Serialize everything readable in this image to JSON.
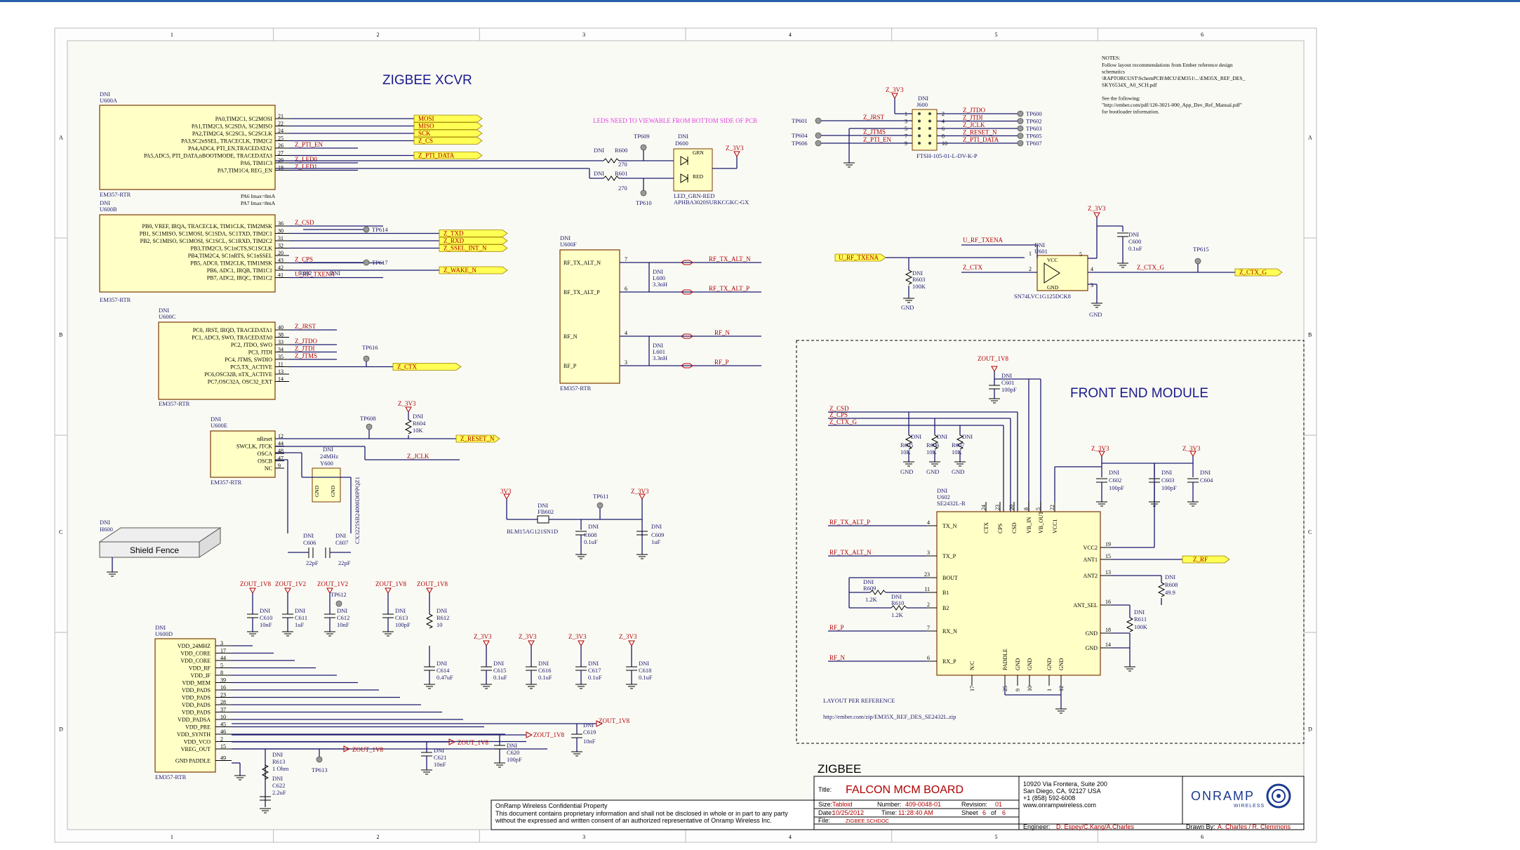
{
  "border": {
    "columns": [
      "1",
      "2",
      "3",
      "4",
      "5",
      "6"
    ],
    "rows": [
      "A",
      "B",
      "C",
      "D"
    ]
  },
  "sections": {
    "zigbee_xcvr": "ZIGBEE XCVR",
    "front_end_module": "FRONT END MODULE",
    "leds_note": "LEDS NEED TO VIEWABLE FROM BOTTOM SIDE OF PCB",
    "zigbee_footer": "ZIGBEE"
  },
  "notes": {
    "heading": "NOTES:",
    "lines": [
      "Follow layout recommendations from Ember reference design",
      "schematics",
      "\\RAPTORCUST\\SchemPCB\\MCU\\EM351\\...\\EM35X_REF_DES_",
      "SKY6534X_A0_SCH.pdf",
      "",
      "See the following:",
      "\"http://ember.com/pdf/120-3021-000_App_Dev_Ref_Manual.pdf\"",
      "for bootloader information."
    ]
  },
  "u600a": {
    "dni": "DNI",
    "ref": "U600A",
    "part": "EM357-RTR",
    "pins": [
      {
        "name": "PA0,TIM2C1, SC2MOSI",
        "num": "21",
        "net": "MOSI"
      },
      {
        "name": "PA1,TIM2C3, SC2SDA, SC2MISO",
        "num": "22",
        "net": "MISO"
      },
      {
        "name": "PA2,TIM2C4, SC2SCL, SC2SCLK",
        "num": "24",
        "net": "SCK"
      },
      {
        "name": "PA3,SC2nSSEL, TRACECLK, TIM2C2",
        "num": "25",
        "net": "Z_CS"
      },
      {
        "name": "PA4,ADC4, PTI_EN,TRACEDATA2",
        "num": "26",
        "net": "Z_PTI_EN"
      },
      {
        "name": "PA5,ADC5, PTI_DATA,nBOOTMODE, TRACEDATA3",
        "num": "27",
        "net": "Z_PTI_DATA"
      },
      {
        "name": "PA6, TIM1C3",
        "num": "29",
        "net": "Z_LED0"
      },
      {
        "name": "PA7,TIM1C4, REG_EN",
        "num": "18",
        "net": "Z_LED1"
      }
    ],
    "notes": [
      "PA6 Imax=8mA",
      "PA7 Imax=8mA"
    ]
  },
  "u600b": {
    "dni": "DNI",
    "ref": "U600B",
    "part": "EM357-RTR",
    "pins": [
      {
        "name": "PB0, VREF, IRQA, TRACECLK, TIM1CLK, TIM2MSK",
        "num": "36",
        "net": "Z_CSD"
      },
      {
        "name": "PB1, SC1MISO, SC1MOSI, SC1SDA, SC1TXD, TIM2C1",
        "num": "30",
        "net": "Z_TXD"
      },
      {
        "name": "PB2, SC1MISO, SC1MOSI, SC1SCL, SC1RXD, TIM2C2",
        "num": "31",
        "net": "Z_RXD"
      },
      {
        "name": "PB3,TIM2C3, SC1nCTS,SC1SCLK",
        "num": "32",
        "net": "Z_SSEL_INT_N"
      },
      {
        "name": "PB4,TIM2C4, SC1nRTS, SC1nSSEL",
        "num": "20",
        "net": ""
      },
      {
        "name": "PB5, ADC0, TIM2CLK, TIM1MSK",
        "num": "43",
        "net": "Z_CPS"
      },
      {
        "name": "PB6, ADC1, IRQB, TIM1C1",
        "num": "42",
        "net": "Z_WAKE_N"
      },
      {
        "name": "PB7, ADC2, IRQC, TIM1C2",
        "num": "41",
        "net": "U_RF_TXENA"
      }
    ],
    "tp614": "TP614",
    "tp617": "TP617",
    "r602": "R602"
  },
  "u600c": {
    "dni": "DNI",
    "ref": "U600C",
    "part": "EM357-RTR",
    "pins": [
      {
        "name": "PC0, JRST, IRQD, TRACEDATA1",
        "num": "40",
        "net": "Z_JRST"
      },
      {
        "name": "PC1, ADC3, SWO, TRACEDATA0",
        "num": "38",
        "net": ""
      },
      {
        "name": "PC2, JTDO, SWO",
        "num": "33",
        "net": "Z_JTDO"
      },
      {
        "name": "PC3, JTDI",
        "num": "34",
        "net": "Z_JTDI"
      },
      {
        "name": "PC4, JTMS, SWDIO",
        "num": "35",
        "net": "Z_JTMS"
      },
      {
        "name": "PC5,TX_ACTIVE",
        "num": "11",
        "net": "Z_CTX"
      },
      {
        "name": "PC6,OSC32B, nTX_ACTIVE",
        "num": "13",
        "net": ""
      },
      {
        "name": "PC7,OSC32A, OSC32_EXT",
        "num": "14",
        "net": ""
      }
    ],
    "tp616": "TP616"
  },
  "u600e": {
    "dni": "DNI",
    "ref": "U600E",
    "part": "EM357-RTR",
    "pins": [
      {
        "name": "nReset",
        "num": "12"
      },
      {
        "name": "SWCLK, JTCK",
        "num": "44"
      },
      {
        "name": "OSCA",
        "num": "48"
      },
      {
        "name": "OSCB",
        "num": "47"
      },
      {
        "name": "NC",
        "num": "9"
      }
    ],
    "z3v3": "Z_3V3",
    "tp608": "TP608",
    "r604": "R604",
    "r604v": "10K",
    "reset": "Z_RESET_N",
    "jclk": "Z_JCLK",
    "xtal_dni": "DNI",
    "xtal_freq": "24MHz",
    "xtal_ref": "Y600",
    "xtal_part": "CX3225SB24000D0PPQZ1",
    "c606": "C606",
    "c607": "C607",
    "cap": "22pF"
  },
  "u600f": {
    "dni": "DNI",
    "ref": "U600F",
    "part": "EM357-RTR",
    "pins": [
      {
        "name": "RF_TX_ALT_N",
        "num": "7",
        "net": "RF_TX_ALT_N"
      },
      {
        "name": "RF_TX_ALT_P",
        "num": "6",
        "net": "RF_TX_ALT_P"
      },
      {
        "name": "RF_N",
        "num": "4",
        "net": "RF_N"
      },
      {
        "name": "RF_P",
        "num": "3",
        "net": "RF_P"
      }
    ],
    "l600": "L600",
    "l601": "L601",
    "lval": "3.3nH"
  },
  "leds": {
    "r600": "R600",
    "r601": "R601",
    "rval": "270",
    "d600": "D600",
    "grn": "GRN",
    "red": "RED",
    "part1": "LED_GRN-RED",
    "part2": "APHBA3020SURKCGKC-GX",
    "tp609": "TP609",
    "tp610": "TP610",
    "z3v3": "Z_3V3",
    "dni": "DNI"
  },
  "jtag": {
    "z3v3": "Z_3V3",
    "ref": "J600",
    "part": "FTSH-105-01-L-DV-K-P",
    "dni": "DNI",
    "left": [
      "Z_JRST",
      "Z_JTMS",
      "Z_PTI_EN"
    ],
    "right": [
      "Z_JTDO",
      "Z_JTDI",
      "Z_JCLK",
      "Z_RESET_N",
      "Z_PTI_DATA"
    ],
    "tpl": [
      "TP601",
      "TP604",
      "TP606"
    ],
    "tpr": [
      "TP600",
      "TP602",
      "TP603",
      "TP605",
      "TP607"
    ]
  },
  "u601": {
    "dni": "DNI",
    "ref": "U601",
    "part": "SN74LVC1G125DCK8",
    "vcc": "VCC",
    "gnd": "GND",
    "in": "U_RF_TXENA",
    "z3v3": "Z_3V3",
    "c600": "C600",
    "c600v": "0.1uF",
    "r603": "R603",
    "r603v": "100K",
    "utx": "U_RF_TXENA",
    "zctx": "Z_CTX",
    "zctxg": "Z_CTX_G",
    "tp615": "TP615",
    "gnd1": "GND",
    "gnd2": "GND"
  },
  "fem": {
    "zout": "ZOUT_1V8",
    "c601": "C601",
    "c601v": "100pF",
    "nets": [
      "Z_CSD",
      "Z_CPS",
      "Z_CTX_G"
    ],
    "r": [
      {
        "ref": "R605",
        "v": "10K"
      },
      {
        "ref": "R606",
        "v": "10K"
      },
      {
        "ref": "R607",
        "v": "10K"
      }
    ],
    "ref": "U602",
    "part": "SE2432L-R",
    "dni": "DNI",
    "toppins": [
      "CTX",
      "CPS",
      "CSD",
      "VB_IN",
      "VB_OUT",
      "VCC1"
    ],
    "topnums": [
      "24",
      "23",
      "20",
      "8",
      "5",
      "22"
    ],
    "leftpins": [
      "TX_N",
      "TX_P",
      "BOUT",
      "B1",
      "B2",
      "RX_N",
      "RX_P"
    ],
    "leftnums": [
      "4",
      "3",
      "23",
      "11",
      "2",
      "7",
      "6"
    ],
    "rightpins": [
      "VCC2",
      "ANT1",
      "ANT2",
      "ANT_SEL",
      "GND",
      "GND"
    ],
    "rightnums": [
      "19",
      "15",
      "13",
      "16",
      "18",
      "14"
    ],
    "bottompins": [
      "N/C",
      "PADDLE",
      "GND",
      "GND",
      "GND",
      "GND"
    ],
    "bottomnums": [
      "17",
      "25",
      "9",
      "10",
      "1",
      "12"
    ],
    "leftnets": [
      "RF_TX_ALT_P",
      "RF_TX_ALT_N",
      "",
      "",
      "",
      "RF_P",
      "RF_N"
    ],
    "r609": "R609",
    "r609v": "1.2K",
    "r610": "R610",
    "r610v": "1.2K",
    "c602": "C602",
    "c602v": "100pF",
    "c603": "C603",
    "c603v": "100pF",
    "c604": "C604",
    "r608": "R608",
    "r608v": "49.9",
    "r611": "R611",
    "r611v": "100K",
    "zrf": "Z_RF",
    "layout": "LAYOUT PER REFERENCE",
    "url": "http://ember.com/zip/EM35X_REF_DES_SE2432L.zip",
    "z3v3": "Z_3V3"
  },
  "power": {
    "vin": "3V3",
    "fb": "FB602",
    "fbpart": "BLM15AG121SN1D",
    "tp611": "TP611",
    "z3v3": "Z_3V3",
    "c608": "C608",
    "c608v": "0.1uF",
    "c609": "C609",
    "c609v": "1uF"
  },
  "shield": {
    "dni": "DNI",
    "ref": "H600",
    "label": "Shield Fence"
  },
  "u600d": {
    "dni": "DNI",
    "ref": "U600D",
    "part": "EM357-RTR",
    "pins": [
      {
        "name": "VDD_24MHZ",
        "num": "3"
      },
      {
        "name": "VDD_CORE",
        "num": "17"
      },
      {
        "name": "VDD_CORE",
        "num": "44"
      },
      {
        "name": "VDD_RF",
        "num": "5"
      },
      {
        "name": "VDD_IF",
        "num": "8"
      },
      {
        "name": "VDD_MEM",
        "num": "39"
      },
      {
        "name": "VDD_PADS",
        "num": "16"
      },
      {
        "name": "VDD_PADS",
        "num": "23"
      },
      {
        "name": "VDD_PADS",
        "num": "28"
      },
      {
        "name": "VDD_PADS",
        "num": "37"
      },
      {
        "name": "VDD_PADSA",
        "num": "10"
      },
      {
        "name": "VDD_PRE",
        "num": "45"
      },
      {
        "name": "VDD_SYNTH",
        "num": "46"
      },
      {
        "name": "VDD_VCO",
        "num": "2"
      },
      {
        "name": "VREG_OUT",
        "num": "15"
      },
      {
        "name": "GND PADDLE",
        "num": "49"
      }
    ],
    "caps": [
      {
        "ref": "C610",
        "v": "10nF",
        "rail": "ZOUT_1V8"
      },
      {
        "ref": "C611",
        "v": "1uF",
        "rail": "ZOUT_1V2"
      },
      {
        "ref": "C612",
        "v": "10nF",
        "rail": "ZOUT_1V2"
      },
      {
        "ref": "C613",
        "v": "100pF",
        "rail": "ZOUT_1V8"
      },
      {
        "ref": "R612",
        "v": "10",
        "rail": "ZOUT_1V8"
      },
      {
        "ref": "C614",
        "v": "0.47uF",
        "rail": ""
      },
      {
        "ref": "C615",
        "v": "0.1uF",
        "rail": "Z_3V3"
      },
      {
        "ref": "C616",
        "v": "0.1uF",
        "rail": "Z_3V3"
      },
      {
        "ref": "C617",
        "v": "0.1uF",
        "rail": "Z_3V3"
      },
      {
        "ref": "C618",
        "v": "0.1uF",
        "rail": "Z_3V3"
      }
    ],
    "tp612": "TP612",
    "tp613": "TP613",
    "c619": "C619",
    "c619v": "10nF",
    "zout1v8": "ZOUT_1V8",
    "c620": "C620",
    "c620v": "100pF",
    "c621": "C621",
    "c621v": "10nF",
    "r613": "R613",
    "r613v": "1 Ohm",
    "c622": "C622",
    "c622v": "2.2uF"
  },
  "titleblock": {
    "confidential_title": "OnRamp Wireless Confidential Property",
    "confidential_text": "This document contains proprietary information and shall not be disclosed in whole or in part to any party without the expressed and written consent of an authorized representative of Onramp Wireless Inc.",
    "title_label": "Title:",
    "title": "FALCON MCM BOARD",
    "size_label": "Size:",
    "size": "Tabloid",
    "number_label": "Number:",
    "number": "409-0048-01",
    "revision_label": "Revision:",
    "revision": "01",
    "date_label": "Date:",
    "date": "10/25/2012",
    "time_label": "Time:",
    "time": "11:28:40 AM",
    "sheet_label": "Sheet",
    "sheet": "6",
    "of": "of",
    "sheets": "6",
    "file_label": "File:",
    "file": "ZIGBEE.SCHDOC",
    "address": [
      "10920 Via Frontera, Suite 200",
      "San Diego, CA, 92127 USA",
      "+1 (858) 592-6008",
      "www.onrampwireless.com"
    ],
    "engineer_label": "Engineer:",
    "engineer": "D. Espey/C.Kang/A.Charles",
    "drawn_label": "Drawn By:",
    "drawn": "A. Charles / R. Clemmons",
    "logo": "ONRAMP",
    "logo_sub": "WIRELESS"
  }
}
